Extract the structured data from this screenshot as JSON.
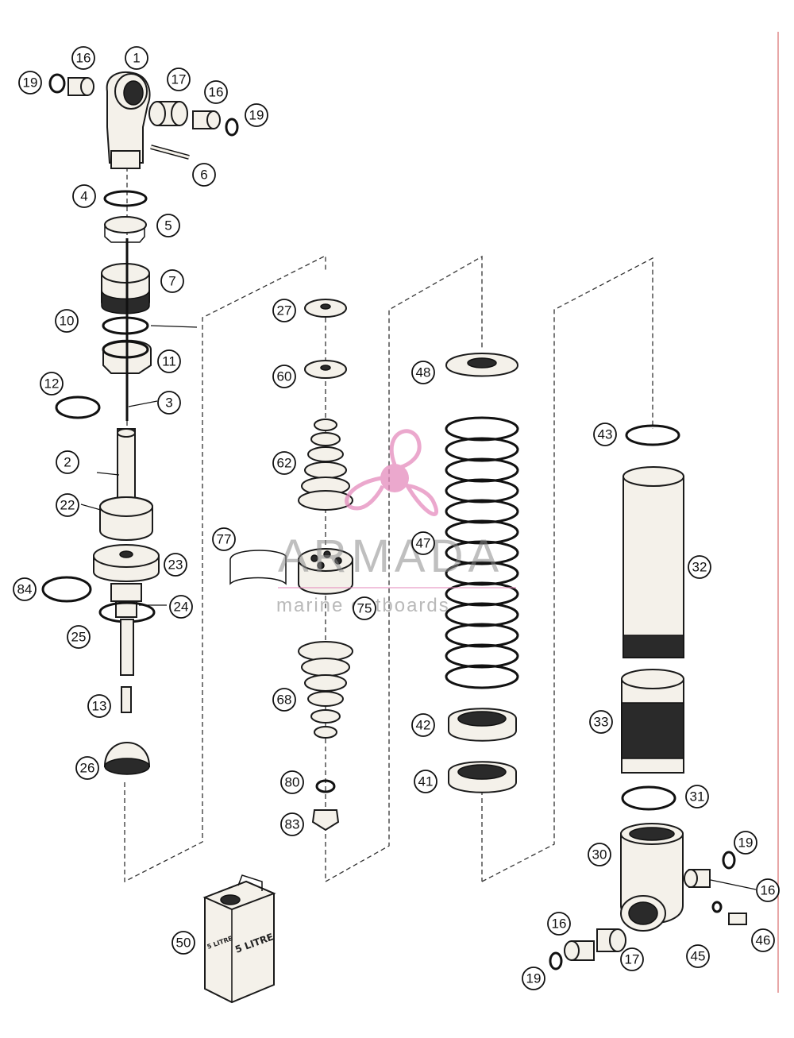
{
  "watermark": {
    "brand": "ARMADA",
    "tagline": "marine outboards",
    "logo_color": "#e58bbd"
  },
  "container": {
    "label_a": "5 LITRE",
    "label_b": "5 LITRE"
  },
  "callouts": {
    "c1": "1",
    "c2": "2",
    "c3": "3",
    "c4": "4",
    "c5": "5",
    "c6": "6",
    "c7": "7",
    "c10": "10",
    "c11": "11",
    "c12": "12",
    "c13": "13",
    "c16a": "16",
    "c16b": "16",
    "c16c": "16",
    "c16d": "16",
    "c17a": "17",
    "c17b": "17",
    "c19a": "19",
    "c19b": "19",
    "c19c": "19",
    "c19d": "19",
    "c22": "22",
    "c23": "23",
    "c24": "24",
    "c25": "25",
    "c26": "26",
    "c27": "27",
    "c30": "30",
    "c31": "31",
    "c32": "32",
    "c33": "33",
    "c41": "41",
    "c42": "42",
    "c43": "43",
    "c45": "45",
    "c46": "46",
    "c47": "47",
    "c48": "48",
    "c50": "50",
    "c60": "60",
    "c62": "62",
    "c68": "68",
    "c75": "75",
    "c77": "77",
    "c80": "80",
    "c83": "83",
    "c84": "84"
  }
}
